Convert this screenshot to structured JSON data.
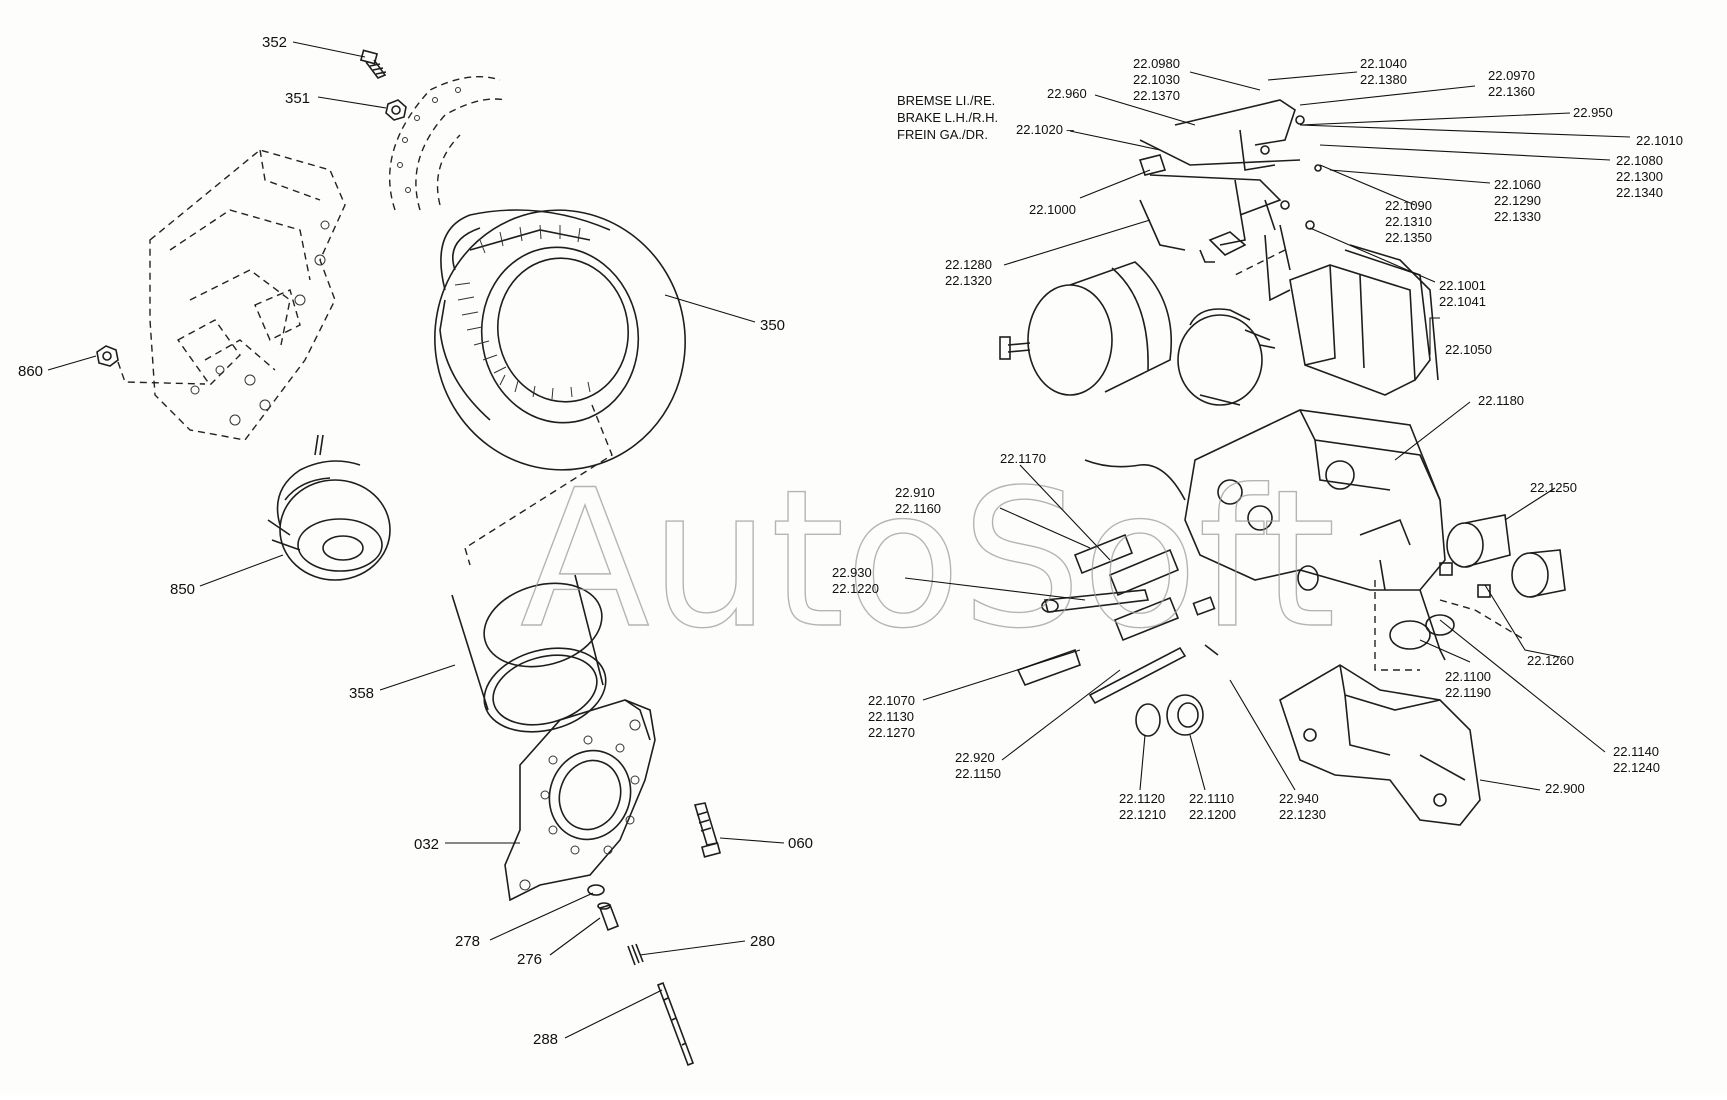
{
  "watermark": "AutoSoft",
  "caption": {
    "line1": "BREMSE LI./RE.",
    "line2": "BRAKE L.H./R.H.",
    "line3": "FREIN GA./DR."
  },
  "labels": {
    "p352": "352",
    "p351": "351",
    "p860": "860",
    "p350": "350",
    "p850": "850",
    "p358": "358",
    "p032": "032",
    "p060": "060",
    "p278": "278",
    "p276": "276",
    "p280": "280",
    "p288": "288",
    "l_0980": [
      "22.0980",
      "22.1030",
      "22.1370"
    ],
    "l_1040": [
      "22.1040",
      "22.1380"
    ],
    "l_0970": [
      "22.0970",
      "22.1360"
    ],
    "l_960": "22.960",
    "l_1020": "22.1020 –",
    "l_950": "22.950",
    "l_1010": "22.1010",
    "l_1080": [
      "22.1080",
      "22.1300",
      "22.1340"
    ],
    "l_1060": [
      "22.1060",
      "22.1290",
      "22.1330"
    ],
    "l_1090": [
      "22.1090",
      "22.1310",
      "22.1350"
    ],
    "l_1000": "22.1000",
    "l_1001": [
      "22.1001",
      "22.1041"
    ],
    "l_1280": [
      "22.1280",
      "22.1320"
    ],
    "l_1050": "22.1050",
    "l_1180": "22.1180",
    "l_1170": "22.1170",
    "l_910": [
      "22.910",
      "22.1160"
    ],
    "l_1250": "22.1250",
    "l_930": [
      "22.930",
      "22.1220"
    ],
    "l_1260": "22.1260",
    "l_1100": [
      "22.1100",
      "22.1190"
    ],
    "l_1070": [
      "22.1070",
      "22.1130",
      "22.1270"
    ],
    "l_920": [
      "22.920",
      "22.1150"
    ],
    "l_1140": [
      "22.1140",
      "22.1240"
    ],
    "l_1120": [
      "22.1120",
      "22.1210"
    ],
    "l_1110": [
      "22.1110",
      "22.1200"
    ],
    "l_940": [
      "22.940",
      "22.1230"
    ],
    "l_900": "22.900"
  }
}
